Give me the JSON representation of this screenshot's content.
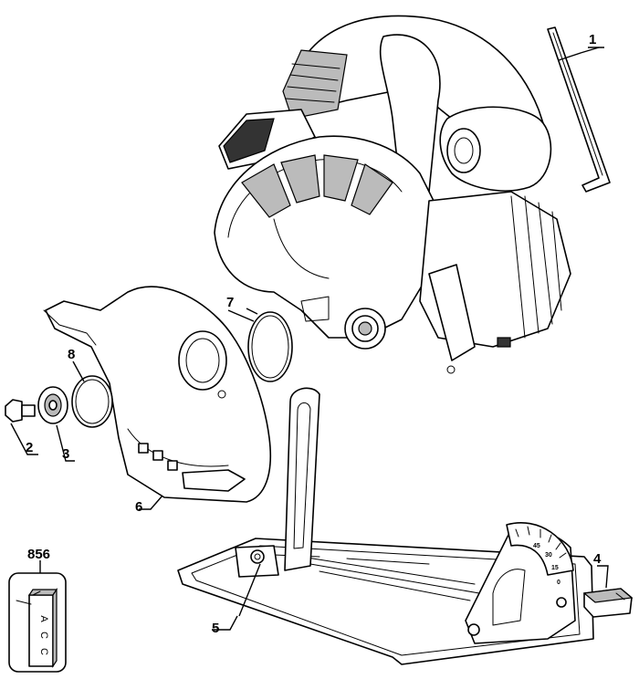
{
  "callouts": [
    {
      "id": "1",
      "label": "1"
    },
    {
      "id": "2",
      "label": "2"
    },
    {
      "id": "3",
      "label": "3"
    },
    {
      "id": "4",
      "label": "4"
    },
    {
      "id": "5",
      "label": "5"
    },
    {
      "id": "6",
      "label": "6"
    },
    {
      "id": "7",
      "label": "7"
    },
    {
      "id": "8",
      "label": "8"
    },
    {
      "id": "856",
      "label": "856"
    }
  ],
  "accessory_kit": {
    "letters": [
      "A",
      "C",
      "C"
    ]
  },
  "bevel_scale": {
    "ticks": [
      "45",
      "30",
      "15",
      "0"
    ]
  }
}
